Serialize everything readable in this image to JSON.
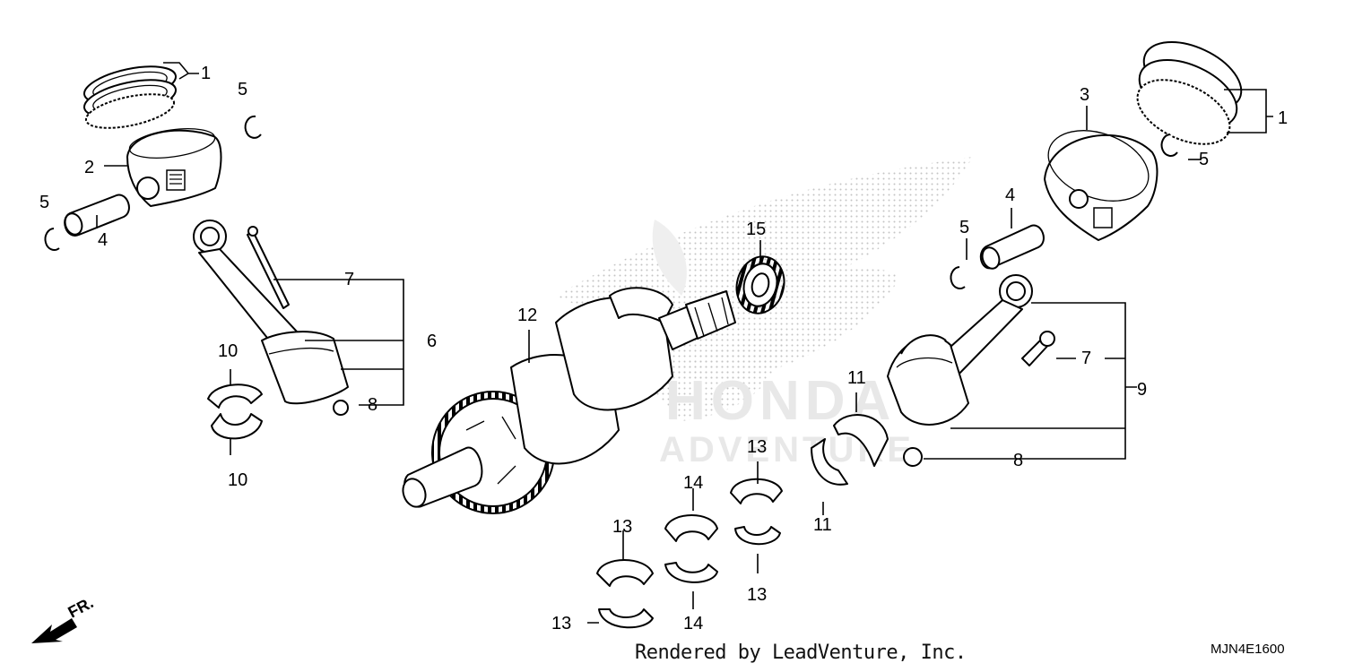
{
  "callouts": {
    "c1a": "1",
    "c1b": "1",
    "c2": "2",
    "c3": "3",
    "c4a": "4",
    "c4b": "4",
    "c5a": "5",
    "c5b": "5",
    "c5c": "5",
    "c5d": "5",
    "c6": "6",
    "c7a": "7",
    "c7b": "7",
    "c8a": "8",
    "c8b": "8",
    "c9": "9",
    "c10a": "10",
    "c10b": "10",
    "c11a": "11",
    "c11b": "11",
    "c12": "12",
    "c13a": "13",
    "c13b": "13",
    "c13c": "13",
    "c13d": "13",
    "c14a": "14",
    "c14b": "14",
    "c15": "15"
  },
  "direction_label": "FR.",
  "credit": "Rendered by LeadVenture, Inc.",
  "diagram_code": "MJN4E1600",
  "watermark": {
    "brand_text": "HONDA",
    "sub_text": "ADVENTURE"
  }
}
